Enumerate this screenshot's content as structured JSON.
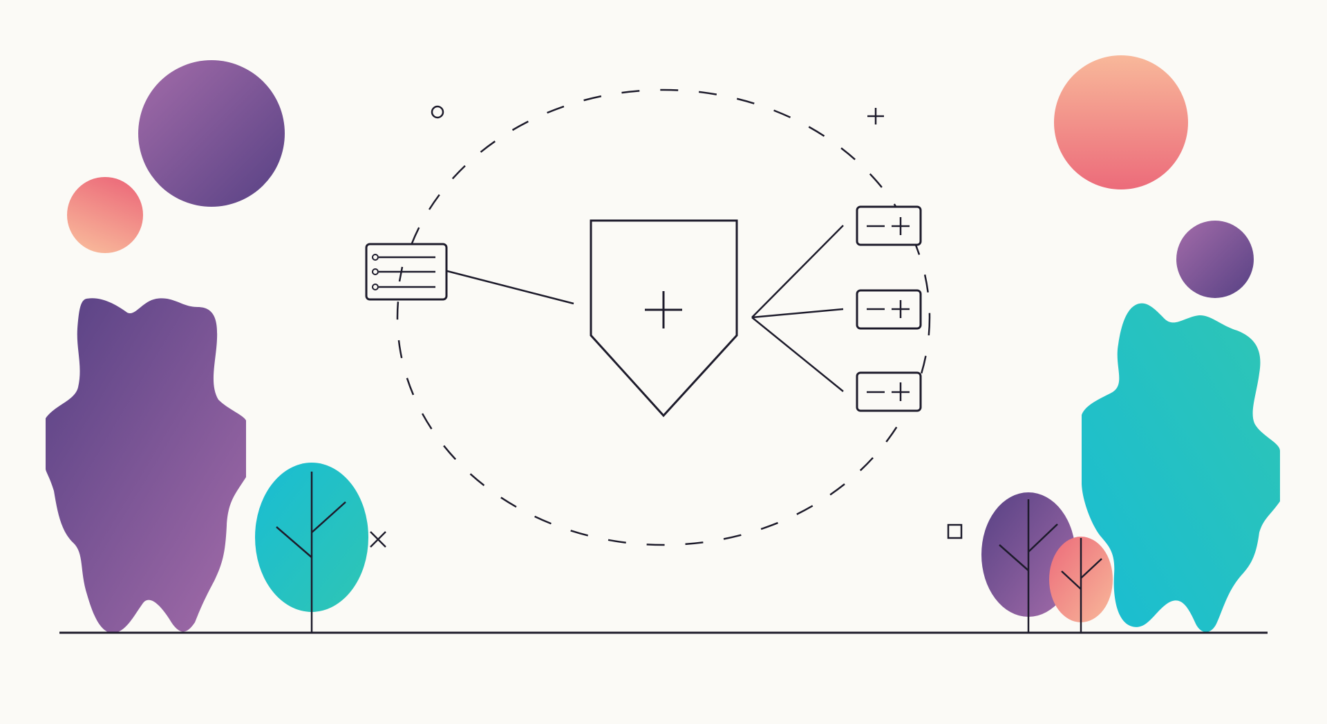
{
  "illustration": {
    "background": "#fbfaf6",
    "ink_color": "#1d1b2b",
    "palette": {
      "purple_dark": "#574184",
      "purple_light": "#a36ca9",
      "coral": "#ec6b7a",
      "peach": "#f8b89a",
      "teal": "#2fc5b4",
      "cyan": "#19bdd3"
    },
    "central_shape": {
      "icon": "shield-plus-icon",
      "connections": 4
    },
    "left_node": {
      "icon": "settings-list-icon",
      "rows": 3
    },
    "right_nodes": {
      "icon": "minus-plus-control-icon",
      "count": 3
    },
    "decorations": [
      "circle-outline",
      "plus-mark",
      "cross-mark",
      "square-outline"
    ]
  }
}
